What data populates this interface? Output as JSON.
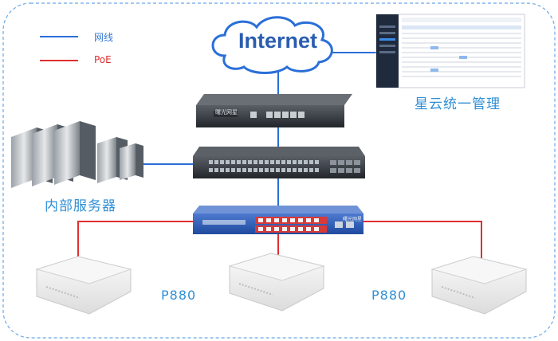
{
  "legend": {
    "items": [
      {
        "label": "网线",
        "color": "#2a6fd8"
      },
      {
        "label": "PoE",
        "color": "#e03030"
      }
    ]
  },
  "internet": {
    "label": "Internet"
  },
  "management": {
    "label": "星云统一管理"
  },
  "servers": {
    "label": "内部服务器"
  },
  "gateway": {
    "brand": "曙光网星"
  },
  "poe_switch": {
    "brand": "曙光网星"
  },
  "access_points": {
    "label_left": "P880",
    "label_right": "P880"
  },
  "colors": {
    "cable": "#2a6fd8",
    "poe": "#e03030",
    "frame": "#6aa8e8",
    "text_blue": "#2f8fd6"
  }
}
